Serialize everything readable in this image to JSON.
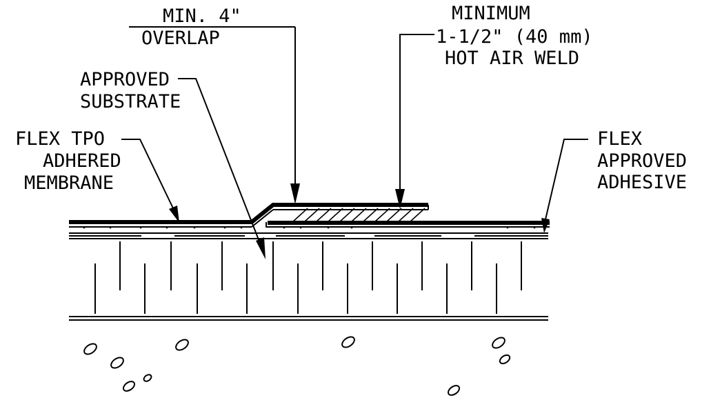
{
  "labels": {
    "overlap_line1": "MIN. 4\"",
    "overlap_line2": "OVERLAP",
    "weld_line1": "MINIMUM",
    "weld_line2": "1-1/2\" (40 mm)",
    "weld_line3": "HOT AIR WELD",
    "substrate_line1": "APPROVED",
    "substrate_line2": "SUBSTRATE",
    "membrane_line1": "FLEX TPO",
    "membrane_line2": "ADHERED",
    "membrane_line3": "MEMBRANE",
    "adhesive_line1": "FLEX",
    "adhesive_line2": "APPROVED",
    "adhesive_line3": "ADHESIVE"
  },
  "colors": {
    "ink": "#000000",
    "background": "#ffffff"
  }
}
